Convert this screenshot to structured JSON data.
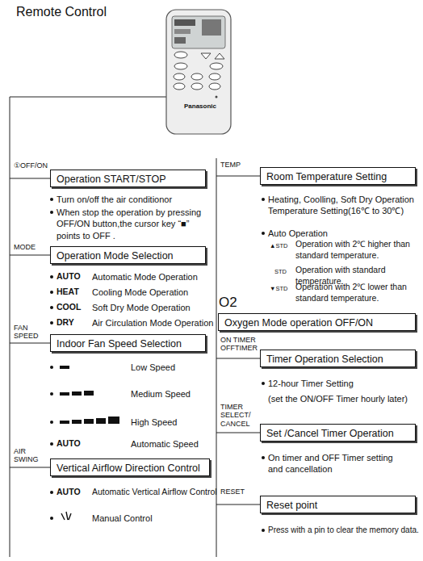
{
  "diagram": {
    "title": "Remote Control",
    "nodes": [
      {
        "text": [
          "①OFF/ON",
          "Operation START/STOP"
        ]
      },
      {
        "text": [
          "MODE",
          "Operation Mode Selection"
        ]
      },
      {
        "text": [
          "FAN SPEED",
          "Indoor Fan Speed Selection"
        ]
      },
      {
        "text": [
          "AIR SWING",
          "Vertical Airflow Direction Control"
        ]
      },
      {
        "text": [
          "TEMP",
          "Room Temperature Setting"
        ]
      },
      {
        "text": [
          "O2",
          "Oxygen Mode operation OFF/ON"
        ]
      },
      {
        "text": [
          "ON TIMER OFFTIMER",
          "Timer Operation Selection"
        ]
      },
      {
        "text": [
          "TIMER SELECT/ CANCEL",
          "Set /Cancel Timer Operation"
        ]
      },
      {
        "text": [
          "RESET",
          "Reset point"
        ]
      }
    ],
    "labels": [
      "Panasonic",
      "Turn on/off the air conditionor",
      "When stop the operation by pressing OFF/ON button,the cursor key “■” points to OFF .",
      "AUTO",
      "Automatic Mode Operation",
      "HEAT",
      "Cooling Mode Operation",
      "COOL",
      "Soft Dry Mode Operation",
      "DRY",
      "Air Circulation Mode Operation",
      "Low Speed",
      "Medium Speed",
      "High Speed",
      "AUTO",
      "Automatic Speed",
      "AUTO",
      "Automatic Vertical Airflow Control",
      "Manual Control",
      "Heating, Coolling, Soft Dry Operation Temperature Setting(16℃ to 30℃)",
      "Auto Operation",
      "▲STD",
      "Operation with 2℃ higher than standard temperature.",
      "STD",
      "Operation with standard temperature.",
      "▼STD",
      "Operation with 2℃ lower than standard temperature.",
      "12-hour Timer Setting",
      "(set the ON/OFF Timer hourly later)",
      "On timer and OFF Timer setting and cancellation",
      "Press with a pin to clear the memory data."
    ]
  }
}
